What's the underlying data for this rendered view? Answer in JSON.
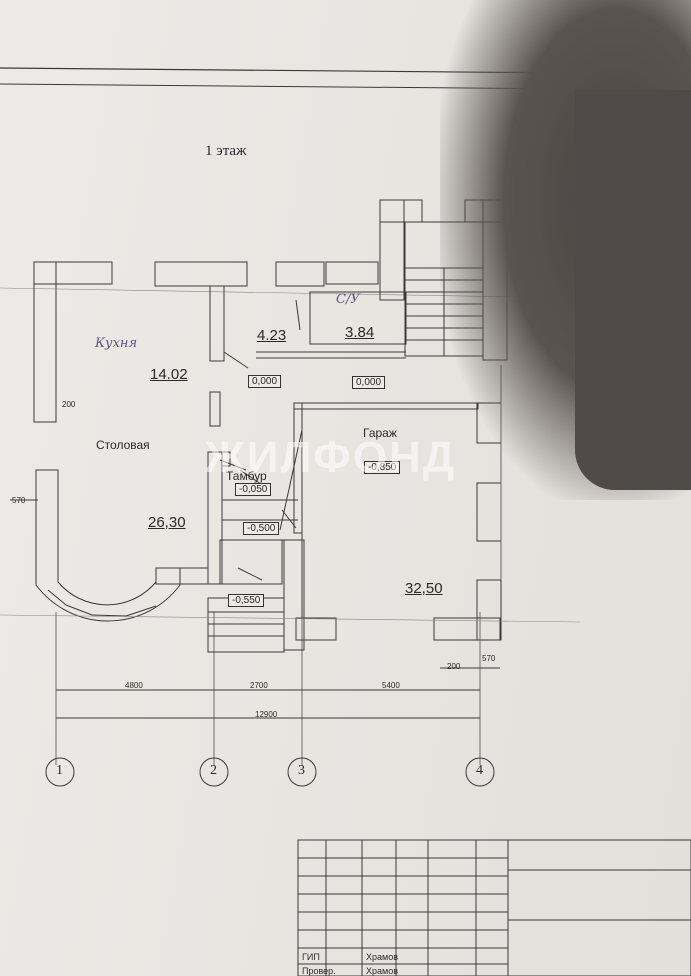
{
  "title": "1 этаж",
  "rooms": {
    "kitchen_hand": "Кухня",
    "kitchen_area": "14.02",
    "dining": "Столовая",
    "dining_area": "26,30",
    "bath_hand": "С/У",
    "bath_area": "3.84",
    "hall_area": "4.23",
    "vestibule": "Тамбур",
    "garage": "Гараж",
    "garage_area": "32,50"
  },
  "levels": {
    "l1": "0,000",
    "l2": "0,000",
    "vest": "-0,050",
    "stair1": "-0,500",
    "stair2": "-0,550",
    "garage": "-0,850"
  },
  "dims": {
    "d200a": "200",
    "d570a": "570",
    "d200b": "200",
    "d570b": "570",
    "seg1": "4800",
    "seg2": "2700",
    "seg3": "5400",
    "total": "12900"
  },
  "axes": [
    "1",
    "2",
    "3",
    "4"
  ],
  "watermark": "ЖИЛФОНД",
  "title_block": {
    "row1_role": "ГИП",
    "row1_name": "Храмов",
    "row2_role": "Провер.",
    "row2_name": "Храмов"
  }
}
